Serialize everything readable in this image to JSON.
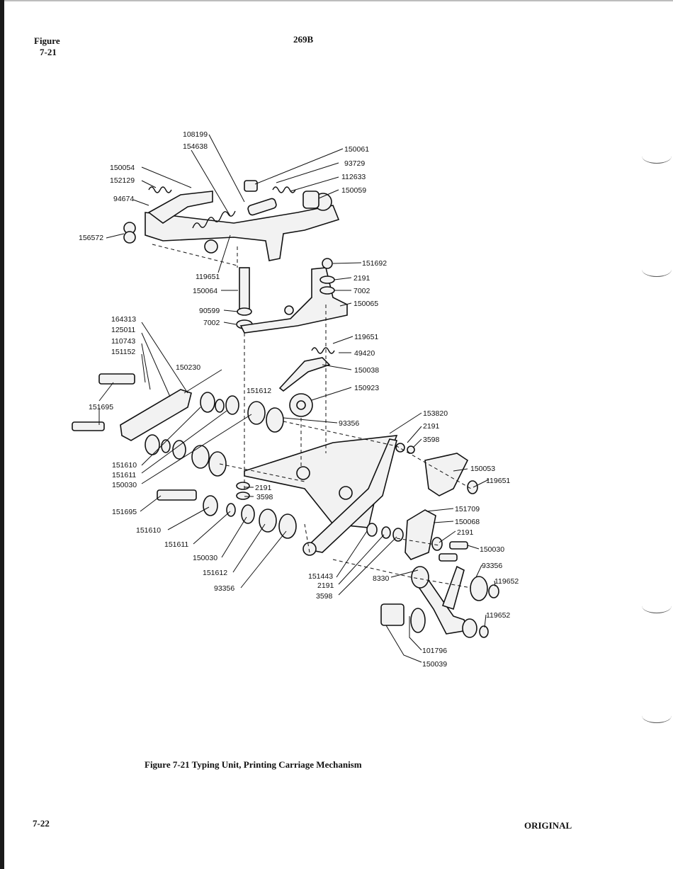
{
  "header": {
    "figure_label": "Figure",
    "figure_number": "7-21",
    "page_code": "269B"
  },
  "caption": "Figure 7-21   Typing Unit, Printing Carriage Mechanism",
  "footer": {
    "page_number": "7-22",
    "status": "ORIGINAL"
  },
  "parts": {
    "p108199": "108199",
    "p154638": "154638",
    "p150054": "150054",
    "p152129": "152129",
    "p94674": "94674",
    "p156572": "156572",
    "p150061": "150061",
    "p93729": "93729",
    "p112633": "112633",
    "p150059": "150059",
    "p119651_top": "119651",
    "p150064": "150064",
    "p90599": "90599",
    "p7002_left": "7002",
    "p151692": "151692",
    "p2191_a": "2191",
    "p7002_right": "7002",
    "p150065": "150065",
    "p164313": "164313",
    "p125011": "125011",
    "p110743": "110743",
    "p151152": "151152",
    "p150230": "150230",
    "p151612_a": "151612",
    "p119651_mid": "119651",
    "p49420": "49420",
    "p150038": "150038",
    "p150923": "150923",
    "p151695_a": "151695",
    "p93356_a": "93356",
    "p153820": "153820",
    "p2191_b": "2191",
    "p3598_a": "3598",
    "p151610_a": "151610",
    "p151611_a": "151611",
    "p150030_a": "150030",
    "p150053": "150053",
    "p119651_right": "119651",
    "p2191_c": "2191",
    "p3598_b": "3598",
    "p151695_b": "151695",
    "p151610_b": "151610",
    "p151611_b": "151611",
    "p150030_b": "150030",
    "p151612_b": "151612",
    "p93356_b": "93356",
    "p151709": "151709",
    "p150068": "150068",
    "p2191_d": "2191",
    "p150030_c": "150030",
    "p93356_c": "93356",
    "p119652_a": "119652",
    "p119652_b": "119652",
    "p151443": "151443",
    "p2191_e": "2191",
    "p3598_c": "3598",
    "p8330": "8330",
    "p101796": "101796",
    "p150039": "150039"
  }
}
